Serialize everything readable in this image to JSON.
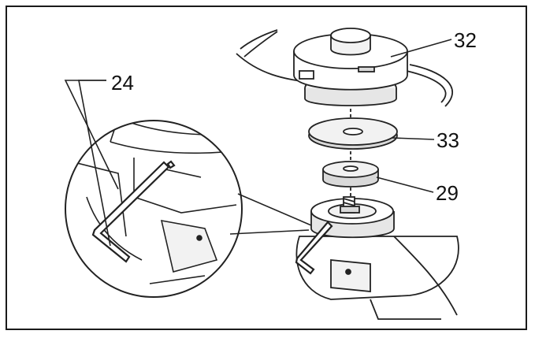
{
  "diagram": {
    "callouts": {
      "c24": "24",
      "c32": "32",
      "c33": "33",
      "c29": "29"
    },
    "colors": {
      "frame": "#1a1a1a",
      "line": "#222222",
      "fill_light": "#f2f2f2",
      "fill_mid": "#d9d9d9",
      "background": "#ffffff"
    },
    "icons": [
      "hex-key-icon",
      "trimmer-head-icon",
      "washer-icon",
      "nut-icon",
      "gear-case-icon"
    ]
  }
}
